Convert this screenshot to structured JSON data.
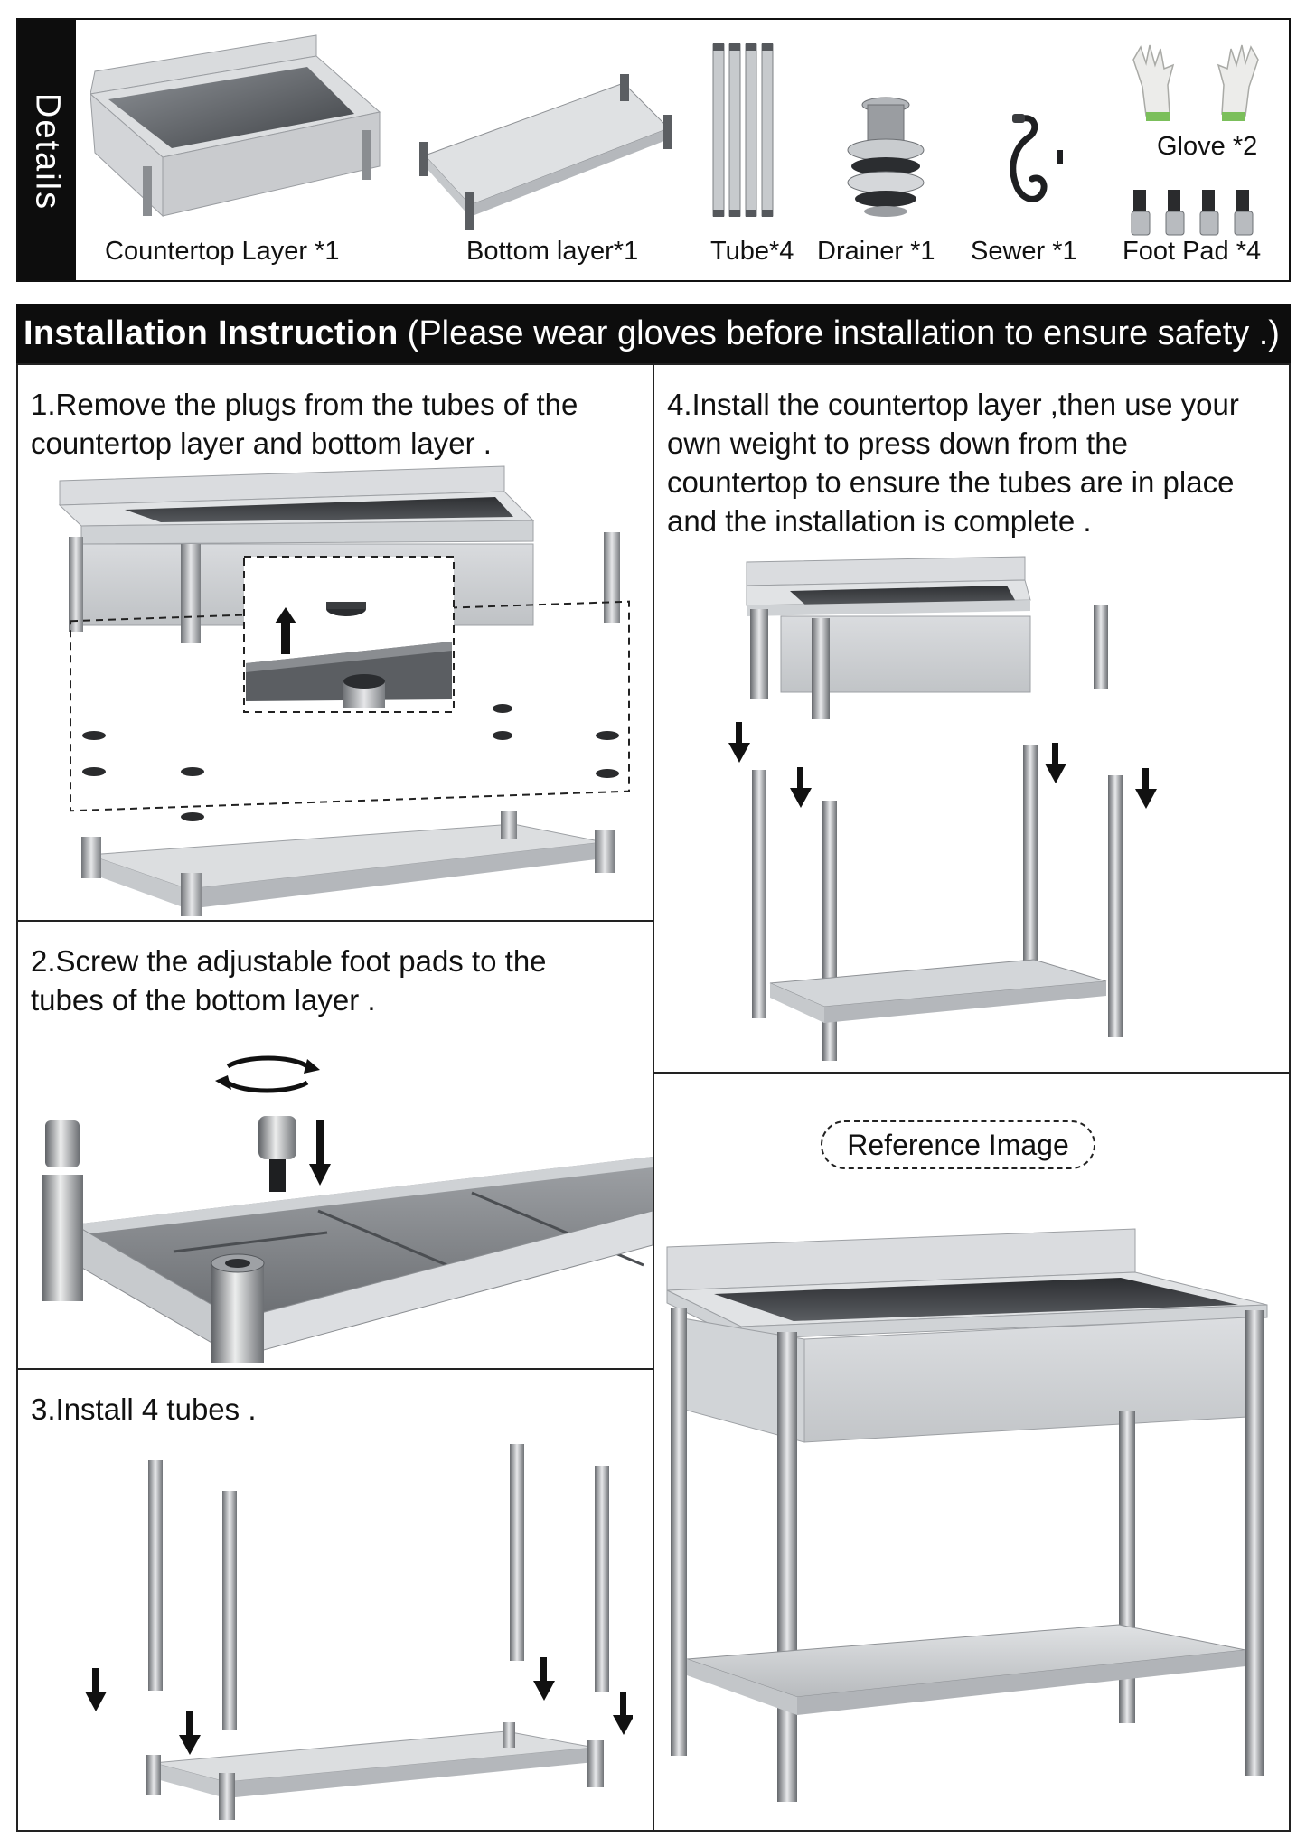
{
  "details": {
    "tab_label": "Details",
    "parts": [
      {
        "label": "Countertop Layer *1",
        "icon": "sink-countertop-icon"
      },
      {
        "label": "Bottom layer*1",
        "icon": "bottom-shelf-icon"
      },
      {
        "label": "Tube*4",
        "icon": "tubes-icon"
      },
      {
        "label": "Drainer *1",
        "icon": "drainer-icon"
      },
      {
        "label": "Sewer *1",
        "icon": "sewer-hose-icon"
      },
      {
        "label": "Glove *2",
        "icon": "gloves-icon"
      },
      {
        "label": "Foot Pad *4",
        "icon": "foot-pad-icon"
      }
    ]
  },
  "installation": {
    "title": "Installation  Instruction",
    "note": "(Please wear gloves before installation to ensure safety .)",
    "steps": [
      {
        "lines": [
          "1.Remove the plugs from the tubes of the",
          "countertop layer and bottom layer ."
        ]
      },
      {
        "lines": [
          "2.Screw the adjustable foot pads to the",
          "tubes of the bottom layer ."
        ]
      },
      {
        "lines": [
          "3.Install 4 tubes ."
        ]
      },
      {
        "lines": [
          "4.Install the countertop layer ,then use your",
          "own weight to press down from the",
          "countertop to ensure the tubes are in place",
          "and the installation is complete ."
        ]
      }
    ],
    "reference_label": "Reference Image"
  },
  "colors": {
    "header_bg": "#0d0d0d",
    "steel_light": "#e4e5e7",
    "steel_mid": "#b9bcc0",
    "steel_dark": "#55585c",
    "basin_dark": "#3a3c3f"
  }
}
